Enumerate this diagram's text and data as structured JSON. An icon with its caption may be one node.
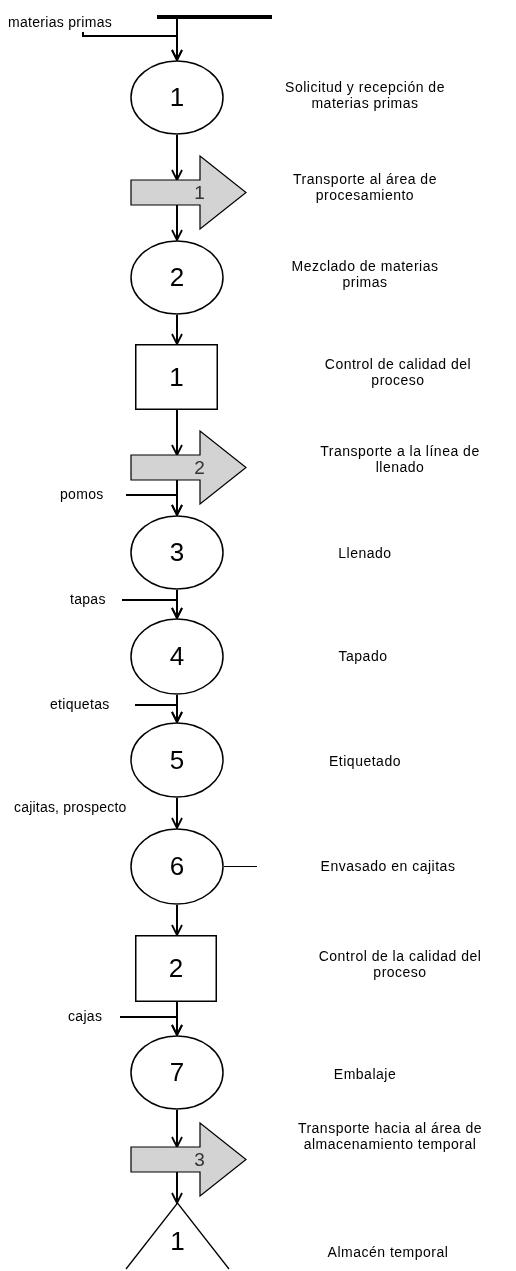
{
  "diagram": {
    "nodes": [
      {
        "text": [],
        "shape": "bar"
      },
      {
        "text": [
          "materias primas"
        ]
      },
      {
        "text": [
          "1"
        ]
      },
      {
        "text": [
          "1"
        ]
      },
      {
        "text": [
          "2"
        ]
      },
      {
        "text": [
          "1"
        ]
      },
      {
        "text": [
          "2"
        ]
      },
      {
        "text": [
          "pomos"
        ]
      },
      {
        "text": [
          "3"
        ]
      },
      {
        "text": [
          "tapas"
        ]
      },
      {
        "text": [
          "4"
        ]
      },
      {
        "text": [
          "etiquetas"
        ]
      },
      {
        "text": [
          "5"
        ]
      },
      {
        "text": [
          "6"
        ]
      },
      {
        "text": [
          "2"
        ]
      },
      {
        "text": [
          "cajas"
        ]
      },
      {
        "text": [
          "7"
        ]
      },
      {
        "text": [
          "3"
        ]
      },
      {
        "text": [
          "1"
        ]
      }
    ],
    "edges": [
      {
        "from": 0,
        "to": 2,
        "arrow": "to"
      },
      {
        "from": 1,
        "to": 2,
        "arrow": "to"
      },
      {
        "from": 2,
        "to": 3,
        "arrow": "to"
      },
      {
        "from": 3,
        "to": 4,
        "arrow": "to"
      },
      {
        "from": 4,
        "to": 5,
        "arrow": "to"
      },
      {
        "from": 5,
        "to": 6,
        "arrow": "to"
      },
      {
        "from": 6,
        "to": 8,
        "arrow": "to"
      },
      {
        "from": 7,
        "to": 8,
        "arrow": "to"
      },
      {
        "from": 8,
        "to": 10,
        "arrow": "to"
      },
      {
        "from": 9,
        "to": 10,
        "arrow": "to"
      },
      {
        "from": 10,
        "to": 12,
        "arrow": "to"
      },
      {
        "from": 11,
        "to": 12,
        "arrow": "to"
      },
      {
        "from": 12,
        "to": 13,
        "arrow": "to"
      },
      {
        "from": 13,
        "to": 14,
        "arrow": "to"
      },
      {
        "from": 14,
        "to": 16,
        "arrow": "to"
      },
      {
        "from": 15,
        "to": 16,
        "arrow": "to"
      },
      {
        "from": 16,
        "to": 17,
        "arrow": "to"
      },
      {
        "from": 17,
        "to": 18,
        "arrow": "to"
      },
      {
        "from": 13,
        "to": null,
        "arrow": "none"
      }
    ],
    "labels": [
      "Solicitud y recepción de materias primas",
      "Transporte al área de procesamiento",
      "Mezclado de materias primas",
      "Control de calidad del proceso",
      "Transporte a la línea de llenado",
      "Llenado",
      "Tapado",
      "Etiquetado",
      "cajitas, prospecto",
      "Envasado en cajitas",
      "Control de la calidad del proceso",
      "Embalaje",
      "Transporte hacia al área de almacenamiento temporal",
      "Almacén temporal"
    ]
  }
}
